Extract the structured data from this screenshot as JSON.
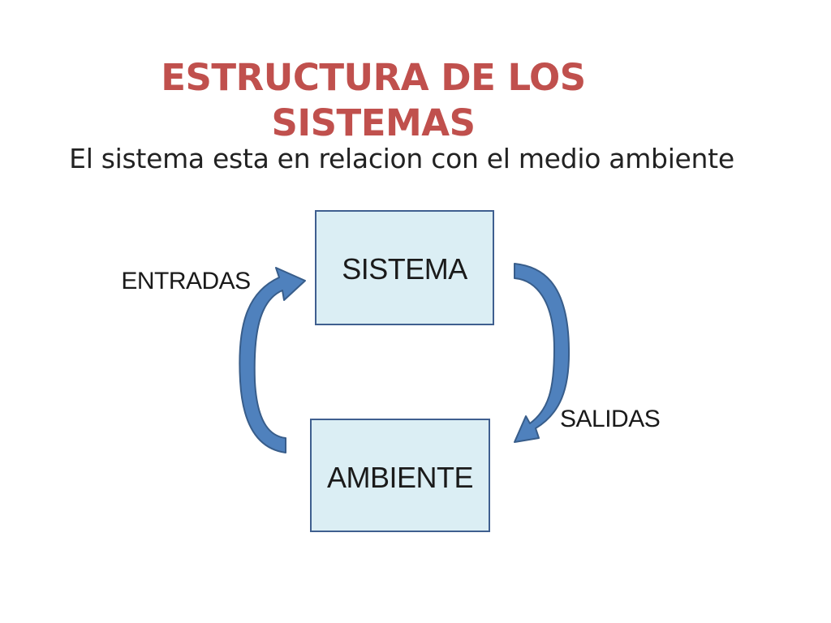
{
  "slide": {
    "title": "ESTRUCTURA DE LOS SISTEMAS",
    "subtitle": "El sistema esta en relacion con el medio ambiente"
  },
  "diagram": {
    "nodes": [
      {
        "id": "sistema",
        "label": "SISTEMA"
      },
      {
        "id": "ambiente",
        "label": "AMBIENTE"
      }
    ],
    "edges": [
      {
        "from": "ambiente",
        "to": "sistema",
        "label": "ENTRADAS"
      },
      {
        "from": "sistema",
        "to": "ambiente",
        "label": "SALIDAS"
      }
    ]
  },
  "colors": {
    "title": "#c0504d",
    "box_fill": "#dbeef4",
    "box_border": "#3f5f8f",
    "arrow_fill": "#4f81bd",
    "arrow_stroke": "#385d8a"
  }
}
